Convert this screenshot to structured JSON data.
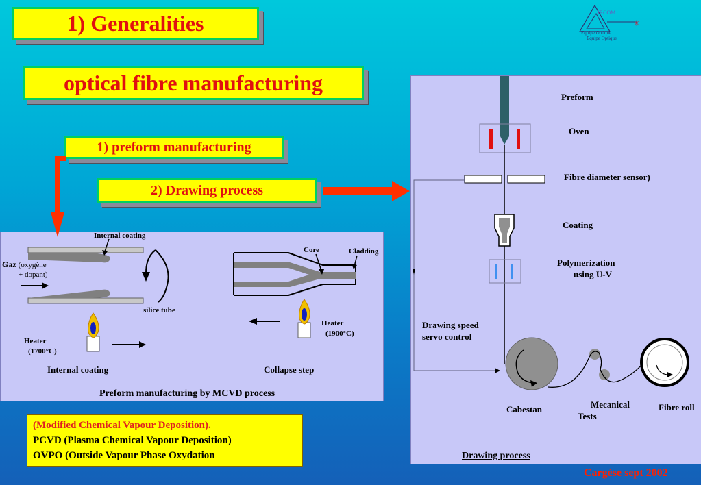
{
  "titles": {
    "generalities": "1) Generalities",
    "main": "optical fibre manufacturing",
    "preform": "1) preform manufacturing",
    "drawing": "2) Drawing process"
  },
  "logo": {
    "line1": "IRCOM",
    "line2": "Equipe Optique",
    "line3": "Equipe Optique"
  },
  "mcvd": {
    "internal_coating_top": "Internal coating",
    "gaz": "Gaz",
    "gaz_detail1": "(oxygène",
    "gaz_detail2": "+ dopant)",
    "silice_tube": "silice tube",
    "heater1_a": "Heater",
    "heater1_b": "(1700°C)",
    "internal_coating_bottom": "Internal coating",
    "core": "Core",
    "cladding": "Cladding",
    "heater2_a": "Heater",
    "heater2_b": "(1900°C)",
    "collapse": "Collapse step",
    "caption": "Preform manufacturing by MCVD process"
  },
  "drawing": {
    "preform": "Preform",
    "oven": "Oven",
    "sensor": "Fibre diameter sensor)",
    "coating": "Coating",
    "polym_a": "Polymerization",
    "polym_b": "using U-V",
    "servo_a": "Drawing speed",
    "servo_b": "servo control",
    "cabestan": "Cabestan",
    "mec_a": "Mecanical",
    "mec_b": "Tests",
    "roll": "Fibre roll",
    "caption": "Drawing process"
  },
  "info": {
    "line1": "(Modified Chemical Vapour Deposition).",
    "line2": "PCVD (Plasma Chemical Vapour Deposition)",
    "line3": "OVPO (Outside Vapour Phase Oxydation"
  },
  "footer": "Cargèse sept 2002",
  "colors": {
    "title_red": "#e01010",
    "box_yellow": "#ffff00",
    "box_border": "#00d060",
    "panel": "#c8c8f8",
    "arrow": "#ff3000",
    "footer": "#ff2000"
  }
}
